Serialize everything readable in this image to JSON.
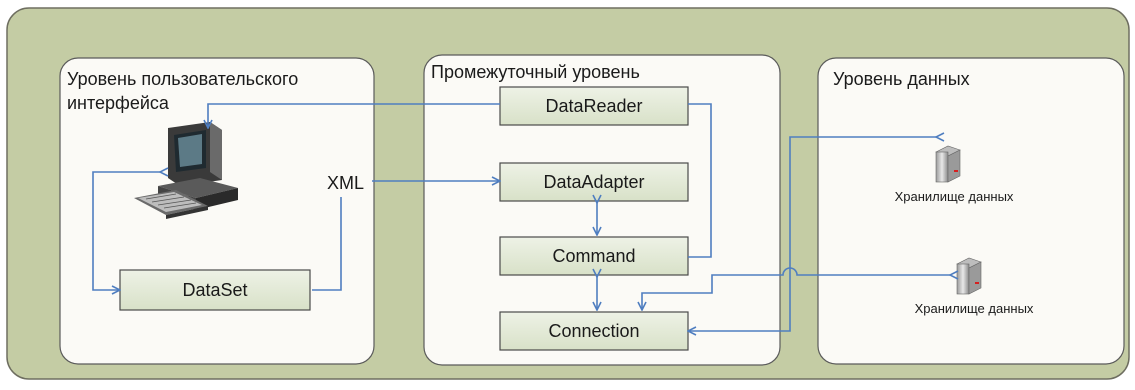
{
  "diagram": {
    "tiers": [
      {
        "id": "ui",
        "title_line1": "Уровень пользовательского",
        "title_line2": "интерфейса"
      },
      {
        "id": "middle",
        "title": "Промежуточный уровень"
      },
      {
        "id": "data",
        "title": "Уровень данных"
      }
    ],
    "components": {
      "datareader": "DataReader",
      "dataadapter": "DataAdapter",
      "command": "Command",
      "connection": "Connection",
      "dataset": "DataSet"
    },
    "xml_label": "XML",
    "storages": [
      {
        "label": "Хранилище данных",
        "icon": "server-icon"
      },
      {
        "label": "Хранилище данных",
        "icon": "server-icon"
      }
    ],
    "client_icon": "computer-icon",
    "colors": {
      "outer_panel": "#c4cca4",
      "panel_fill": "#fbfaf6",
      "box_fill": "#e2e9d6",
      "arrow": "#4f7ec0",
      "border": "#5a5a5a"
    }
  }
}
